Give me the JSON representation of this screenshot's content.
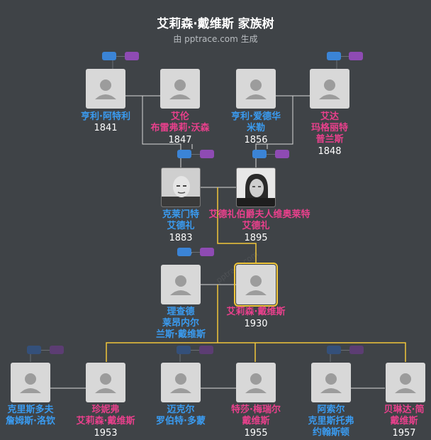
{
  "header": {
    "title": "艾莉森·戴维斯 家族树",
    "subtitle": "由 pptrace.com 生成"
  },
  "watermark": "pptrace.com",
  "colors": {
    "background": "#3f4347",
    "male": "#3a9bf0",
    "female": "#e9408c",
    "focus_border": "#f0c63a",
    "line": "#d8d8d8",
    "descendant_line": "#f0c63a"
  },
  "people": {
    "henry_a": {
      "lines": [
        "亨利·阿特利"
      ],
      "year": "1841",
      "gender": "m"
    },
    "ellen": {
      "lines": [
        "艾伦",
        "布雷弗莉·沃森"
      ],
      "year": "1847",
      "gender": "f"
    },
    "henry_e": {
      "lines": [
        "亨利·爱德华",
        "米勒"
      ],
      "year": "1856",
      "gender": "m"
    },
    "ada": {
      "lines": [
        "艾达",
        "玛格丽特",
        "普兰斯"
      ],
      "year": "1848",
      "gender": "f"
    },
    "clement": {
      "lines": [
        "克莱门特",
        "艾德礼"
      ],
      "year": "1883",
      "gender": "m"
    },
    "violet": {
      "lines": [
        "艾德礼伯爵夫人维奥莱特",
        "艾德礼"
      ],
      "year": "1895",
      "gender": "f"
    },
    "richard": {
      "lines": [
        "理查德",
        "莱昂内尔",
        "兰斯·戴维斯"
      ],
      "year": "",
      "gender": "m"
    },
    "alison": {
      "lines": [
        "艾莉森·戴维斯"
      ],
      "year": "1930",
      "gender": "f"
    },
    "chris": {
      "lines": [
        "克里斯多夫",
        "詹姆斯·洛钦"
      ],
      "year": "",
      "gender": "m"
    },
    "jennifer": {
      "lines": [
        "珍妮弗",
        "艾莉森·戴维斯"
      ],
      "year": "1953",
      "gender": "f"
    },
    "michael": {
      "lines": [
        "迈克尔",
        "罗伯特·多蒙"
      ],
      "year": "",
      "gender": "m"
    },
    "teresa": {
      "lines": [
        "特莎·梅瑞尔",
        "戴维斯"
      ],
      "year": "1955",
      "gender": "f"
    },
    "ashur": {
      "lines": [
        "阿索尔",
        "克里斯托弗",
        "约翰斯顿"
      ],
      "year": "",
      "gender": "m"
    },
    "belinda": {
      "lines": [
        "贝琳达·简",
        "戴维斯"
      ],
      "year": "1957",
      "gender": "f"
    }
  }
}
